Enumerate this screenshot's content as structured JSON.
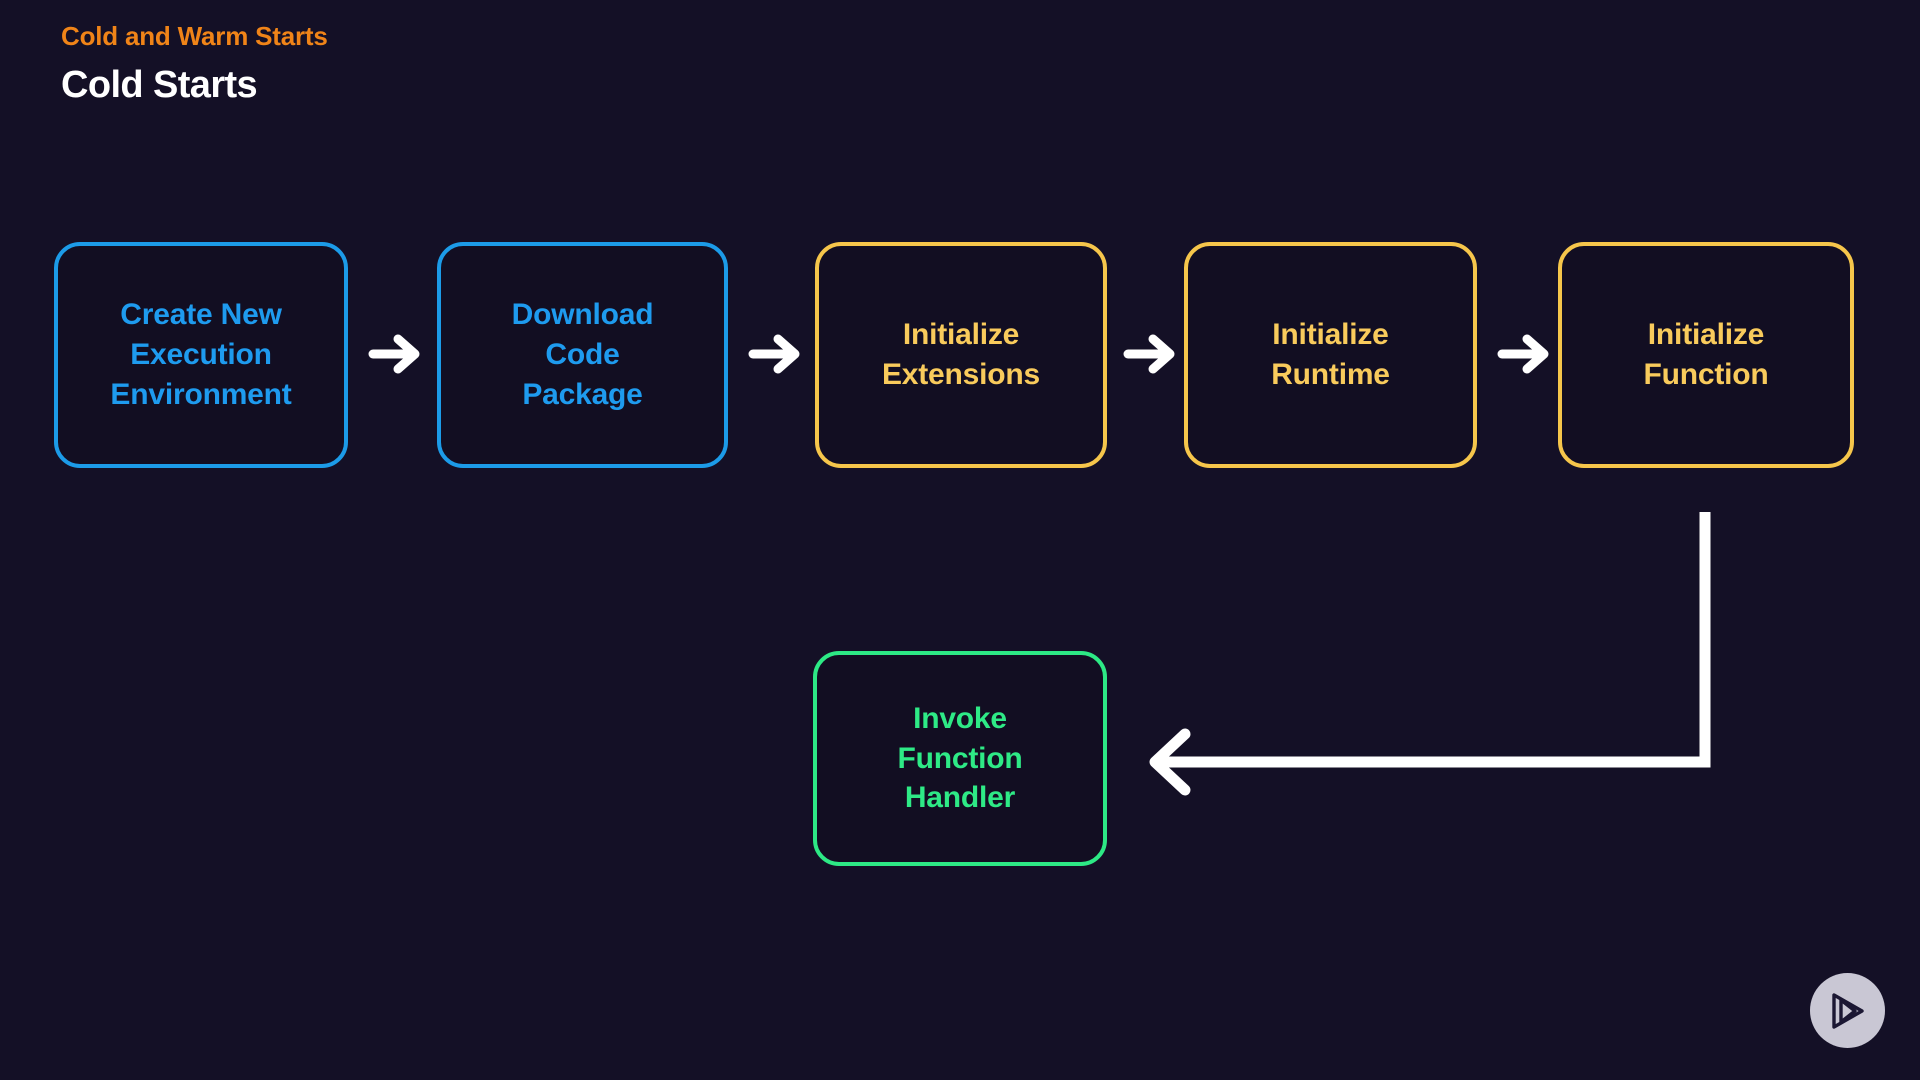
{
  "header": {
    "eyebrow": "Cold and Warm Starts",
    "title": "Cold Starts"
  },
  "colors": {
    "background": "#141026",
    "node_fill": "#120E22",
    "eyebrow": "#F08418",
    "title": "#FFFFFF",
    "blue": "#1E9BEF",
    "yellow": "#F9CB5C",
    "green": "#2EEA86",
    "arrow": "#FFFFFF",
    "logo_circle": "#C9C7D4",
    "logo_glyph": "#1B1733"
  },
  "diagram": {
    "type": "flowchart",
    "nodes": [
      {
        "id": "create-new-execution-environment",
        "label": "Create New\nExecution\nEnvironment",
        "color": "blue",
        "row": "top"
      },
      {
        "id": "download-code-package",
        "label": "Download\nCode\nPackage",
        "color": "blue",
        "row": "top"
      },
      {
        "id": "initialize-extensions",
        "label": "Initialize\nExtensions",
        "color": "yellow",
        "row": "top"
      },
      {
        "id": "initialize-runtime",
        "label": "Initialize\nRuntime",
        "color": "yellow",
        "row": "top"
      },
      {
        "id": "initialize-function",
        "label": "Initialize\nFunction",
        "color": "yellow",
        "row": "top"
      },
      {
        "id": "invoke-function-handler",
        "label": "Invoke\nFunction\nHandler",
        "color": "green",
        "row": "bottom"
      }
    ],
    "edges": [
      {
        "from": "create-new-execution-environment",
        "to": "download-code-package",
        "style": "straight-right"
      },
      {
        "from": "download-code-package",
        "to": "initialize-extensions",
        "style": "straight-right"
      },
      {
        "from": "initialize-extensions",
        "to": "initialize-runtime",
        "style": "straight-right"
      },
      {
        "from": "initialize-runtime",
        "to": "initialize-function",
        "style": "straight-right"
      },
      {
        "from": "initialize-function",
        "to": "invoke-function-handler",
        "style": "elbow-down-left"
      }
    ]
  },
  "watermark": {
    "icon": "play-logo-icon"
  }
}
